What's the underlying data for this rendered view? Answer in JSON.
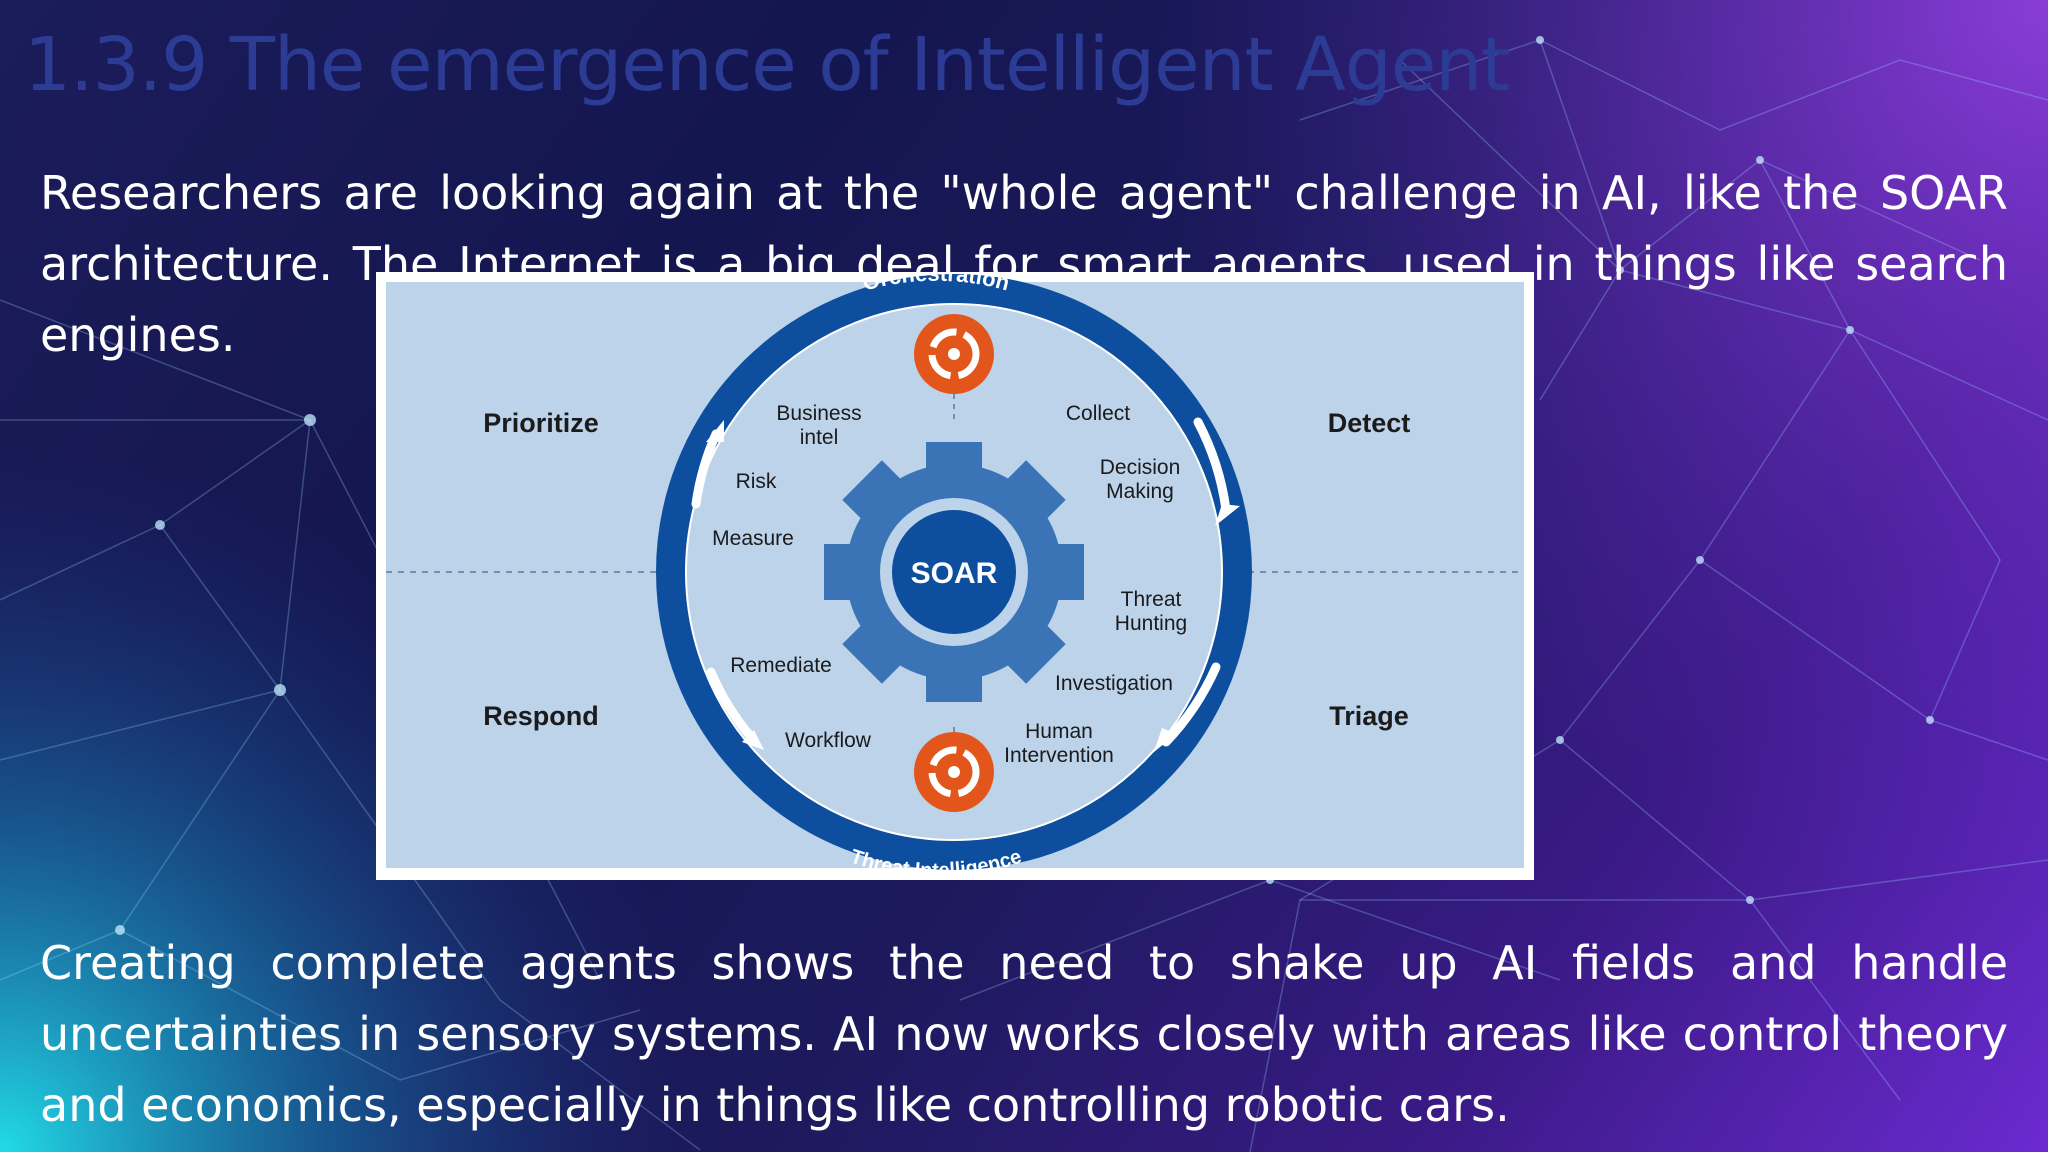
{
  "slide": {
    "title": "1.3.9  The emergence of Intelligent Agent",
    "paragraph_1": "Researchers are looking again at the \"whole agent\" challenge in AI, like the SOAR architecture. The Internet is a big deal for smart agents, used in things like search engines.",
    "paragraph_2": "Creating complete agents shows the need to shake up AI fields and handle uncertainties in sensory systems. AI now works closely with areas like control theory and economics, especially in things like controlling robotic cars."
  },
  "diagram": {
    "center_label": "SOAR",
    "ring_top_label": "Orchestration",
    "ring_bottom_label": "Threat Intelligence",
    "quadrants": {
      "top_left": "Prioritize",
      "top_right": "Detect",
      "bottom_left": "Respond",
      "bottom_right": "Triage"
    },
    "items": {
      "business_intel": [
        "Business",
        "intel"
      ],
      "collect": "Collect",
      "risk": "Risk",
      "decision_making": [
        "Decision",
        "Making"
      ],
      "measure": "Measure",
      "threat_hunting": [
        "Threat",
        "Hunting"
      ],
      "remediate": "Remediate",
      "investigation": "Investigation",
      "workflow": "Workflow",
      "human_intervention": [
        "Human",
        "Intervention"
      ]
    },
    "colors": {
      "panel": "#bcd3ea",
      "ring": "#0d4f9e",
      "gear": "#3b74b6",
      "hub": "#0d4f9e",
      "logo": "#e2561c"
    }
  }
}
